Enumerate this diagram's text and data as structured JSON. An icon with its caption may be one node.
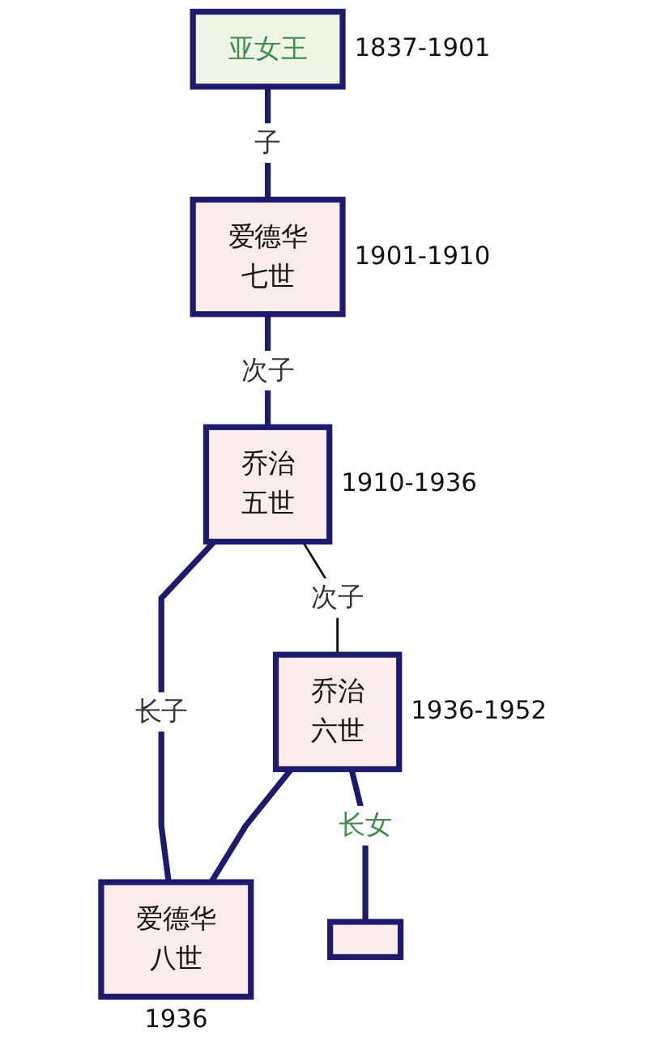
{
  "diagram": {
    "nodes": [
      {
        "text": [
          "亚女王"
        ],
        "beside": [
          "1837-1901"
        ]
      },
      {
        "text": [
          "爱德华七世"
        ],
        "beside": [
          "1901-1910"
        ]
      },
      {
        "text": [
          "乔治五世"
        ],
        "beside": [
          "1910-1936"
        ]
      },
      {
        "text": [
          "乔治六世"
        ],
        "beside": [
          "1936-1952"
        ]
      },
      {
        "text": [
          "爱德华八世"
        ],
        "beside": [
          "1936"
        ]
      },
      {
        "text": [],
        "shape": "box"
      }
    ],
    "edges": [
      {
        "from": 0,
        "to": 1,
        "arrow": "none",
        "label": "子"
      },
      {
        "from": 1,
        "to": 2,
        "arrow": "none",
        "label": "次子"
      },
      {
        "from": 2,
        "to": 3,
        "arrow": "none",
        "label": "次子",
        "color": "#000000"
      },
      {
        "from": 2,
        "to": 4,
        "arrow": "none",
        "label": "长子"
      },
      {
        "from": 3,
        "to": 4,
        "arrow": "none"
      },
      {
        "from": 3,
        "to": 5,
        "arrow": "none",
        "label": "长女"
      }
    ]
  }
}
